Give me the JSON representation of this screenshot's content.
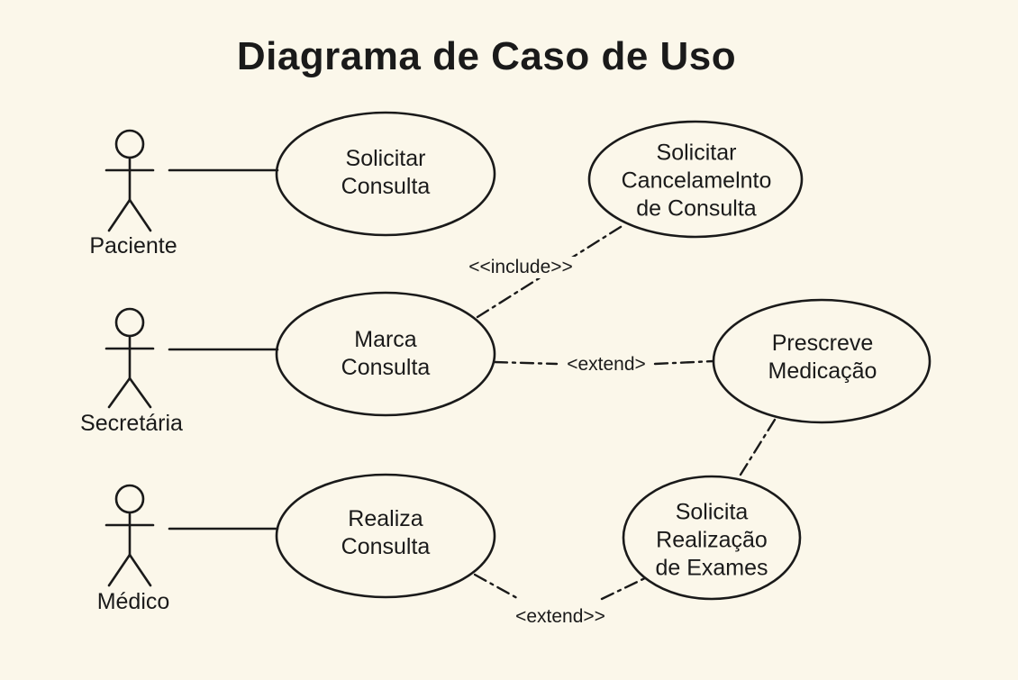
{
  "title": "Diagrama de Caso de Uso",
  "actors": {
    "paciente": "Paciente",
    "secretaria": "Secretária",
    "medico": "Médico"
  },
  "use_cases": {
    "solicitar_consulta": [
      "Solicitar",
      "Consulta"
    ],
    "solicitar_cancelamento": [
      "Solicitar",
      "Cancelamelnto",
      "de Consulta"
    ],
    "marca_consulta": [
      "Marca",
      "Consulta"
    ],
    "prescreve_medicacao": [
      "Prescreve",
      "Medicação"
    ],
    "realiza_consulta": [
      "Realiza",
      "Consulta"
    ],
    "solicita_exames": [
      "Solicita",
      "Realização",
      "de Exames"
    ]
  },
  "relations": {
    "include": "<<include>>",
    "extend_marca": "<extend>",
    "extend_realiza": "<extend>>"
  }
}
